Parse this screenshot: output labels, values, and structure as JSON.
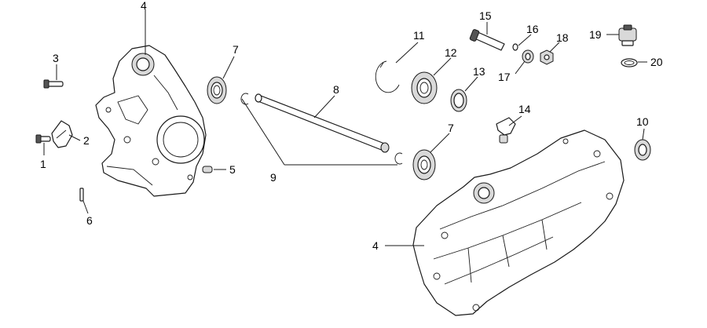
{
  "callouts": {
    "c1": "1",
    "c2": "2",
    "c3": "3",
    "c4a": "4",
    "c4b": "4",
    "c5": "5",
    "c6": "6",
    "c7a": "7",
    "c7b": "7",
    "c8": "8",
    "c9": "9",
    "c10": "10",
    "c11": "11",
    "c12": "12",
    "c13": "13",
    "c14": "14",
    "c15": "15",
    "c16": "16",
    "c17": "17",
    "c18": "18",
    "c19": "19",
    "c20": "20"
  },
  "colors": {
    "line": "#1a1a1a",
    "background": "#ffffff",
    "shade": "#d9d9d9"
  }
}
